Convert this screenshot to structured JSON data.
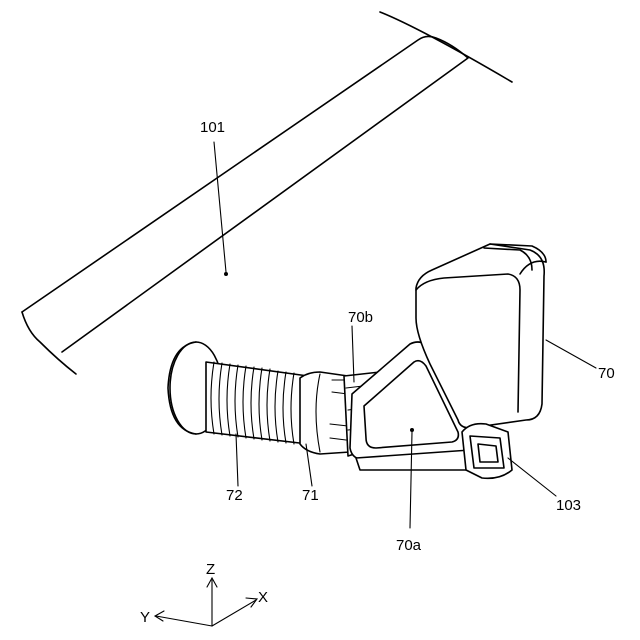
{
  "labels": {
    "l101": "101",
    "l70b": "70b",
    "l70": "70",
    "l72": "72",
    "l71": "71",
    "l70a": "70a",
    "l103": "103"
  },
  "axes": {
    "z": "Z",
    "x": "X",
    "y": "Y"
  }
}
